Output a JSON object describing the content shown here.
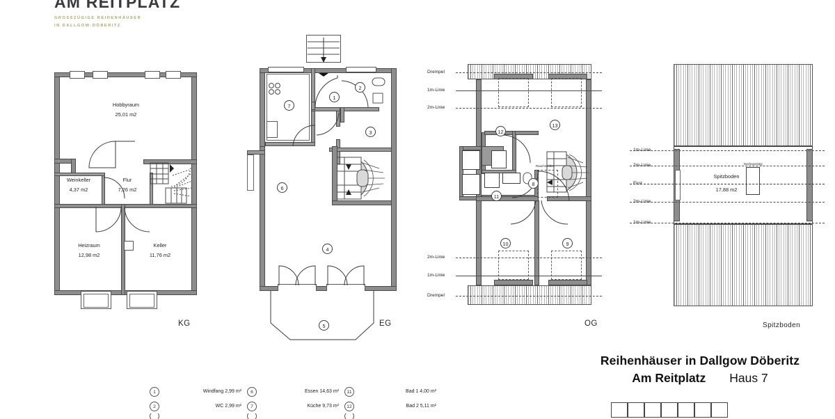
{
  "logo": {
    "wordmark": "AM REITPLATZ",
    "subtitle_line1": "GROSSZÜGIGE REIHENHÄUSER",
    "subtitle_line2": "IN DALLGOW-DÖBERITZ",
    "accent_color": "#a8a866"
  },
  "title_block": {
    "line1": "Reihenhäuser in Dallgow Döberitz",
    "line2": "Am Reitplatz",
    "house": "Haus 7"
  },
  "floors": {
    "kg": {
      "code": "KG",
      "rooms": [
        {
          "name": "Hobbyraum",
          "area": "25,01 m2"
        },
        {
          "name": "Weinkeller",
          "area": "4,37 m2"
        },
        {
          "name": "Flur",
          "area": "7,26 m2"
        },
        {
          "name": "Heizraum",
          "area": "12,98 m2"
        },
        {
          "name": "Keller",
          "area": "11,76 m2"
        }
      ]
    },
    "eg": {
      "code": "EG",
      "room_numbers": [
        "1",
        "2",
        "3",
        "4",
        "5",
        "6",
        "7"
      ]
    },
    "og": {
      "code": "OG",
      "room_numbers": [
        "8",
        "9",
        "10",
        "11",
        "12",
        "13"
      ],
      "dim_labels_top": [
        "Drempel",
        "1m-Linie",
        "2m-Linie"
      ],
      "dim_labels_bottom": [
        "2m-Linie",
        "1m-Linie",
        "Drempel"
      ],
      "annotation": "Rauchmelder"
    },
    "spitzboden": {
      "code": "Spitzboden",
      "room_name": "Spitzboden",
      "room_area": "17,88 m2",
      "dim_labels": [
        "1m-Linie",
        "2m-Linie",
        "First",
        "2m-Linie",
        "1m-Linie"
      ],
      "annotation": "Dachausstieg"
    }
  },
  "legend": {
    "rows": [
      {
        "a_no": "1",
        "a_text": "Windfang  2,99 m²",
        "b_no": "6",
        "b_text": "Essen  14,63 m²",
        "c_no": "11",
        "c_text": "Bad 1  4,00 m²"
      },
      {
        "a_no": "2",
        "a_text": "WC  2,99 m²",
        "b_no": "7",
        "b_text": "Küche  9,73 m²",
        "c_no": "12",
        "c_text": "Bad 2  5,11 m²"
      }
    ]
  }
}
